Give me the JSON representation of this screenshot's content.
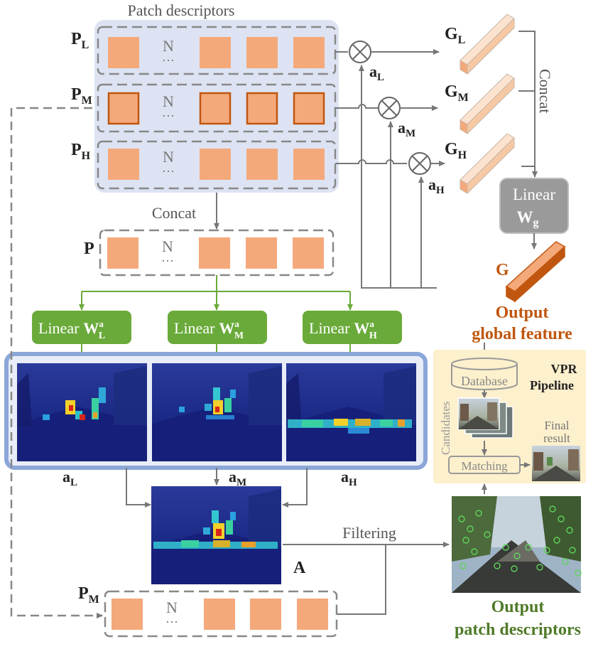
{
  "colors": {
    "patch_fill": "#f4a97b",
    "patch_border_medium": "#c0560f",
    "group_bg": "#dde3f3",
    "group_border": "#888888",
    "linear_green": "#6aaa3a",
    "linear_gray": "#9a9a9a",
    "heatmap_frame": "#8ba6d8",
    "vpr_bg": "#fdf0cc",
    "output_global": "#c0560f",
    "output_patch": "#4f7a28"
  },
  "top_group": {
    "title": "Patch descriptors",
    "rows": [
      {
        "label_main": "P",
        "label_sub": "L",
        "weight_main": "a",
        "weight_sub": "L",
        "global_main": "G",
        "global_sub": "L"
      },
      {
        "label_main": "P",
        "label_sub": "M",
        "weight_main": "a",
        "weight_sub": "M",
        "global_main": "G",
        "global_sub": "M"
      },
      {
        "label_main": "P",
        "label_sub": "H",
        "weight_main": "a",
        "weight_sub": "H",
        "global_main": "G",
        "global_sub": "H"
      }
    ]
  },
  "n_mark": "N",
  "n_dots": "…",
  "concat_label": "Concat",
  "concat_right_label": "Concat",
  "concat_row_label": "P",
  "linear_global": {
    "text": "Linear",
    "weight_main": "W",
    "weight_sub": "g"
  },
  "global_out": {
    "label": "G",
    "title_line1": "Output",
    "title_line2": "global feature"
  },
  "linear_attn": [
    {
      "text": "Linear",
      "w_main": "W",
      "w_sup": "a",
      "w_sub": "L"
    },
    {
      "text": "Linear",
      "w_main": "W",
      "w_sup": "a",
      "w_sub": "M"
    },
    {
      "text": "Linear",
      "w_main": "W",
      "w_sup": "a",
      "w_sub": "H"
    }
  ],
  "attn_labels": [
    {
      "main": "a",
      "sub": "L"
    },
    {
      "main": "a",
      "sub": "M"
    },
    {
      "main": "a",
      "sub": "H"
    }
  ],
  "combined_label": "A",
  "filtering_label": "Filtering",
  "bottom_row": {
    "label_main": "P",
    "label_sub": "M"
  },
  "vpr": {
    "title_line1": "VPR",
    "title_line2": "Pipeline",
    "database": "Database",
    "candidates": "Candidates",
    "matching": "Matching",
    "final_line1": "Final",
    "final_line2": "result"
  },
  "patch_out": {
    "title_line1": "Output",
    "title_line2": "patch descriptors"
  }
}
